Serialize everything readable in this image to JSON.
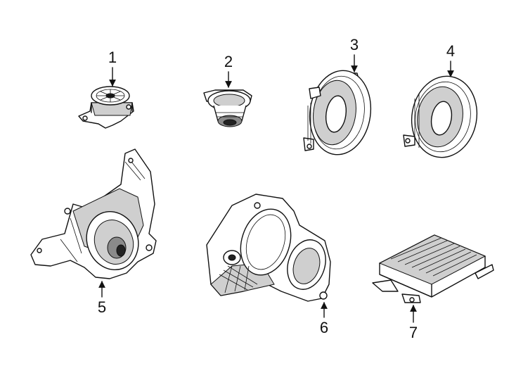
{
  "callouts": [
    {
      "id": "1",
      "label": "1",
      "part": "tweeter-speaker"
    },
    {
      "id": "2",
      "label": "2",
      "part": "small-speaker"
    },
    {
      "id": "3",
      "label": "3",
      "part": "front-door-speaker"
    },
    {
      "id": "4",
      "label": "4",
      "part": "rear-door-speaker"
    },
    {
      "id": "5",
      "label": "5",
      "part": "subwoofer-bracket-assembly"
    },
    {
      "id": "6",
      "label": "6",
      "part": "subwoofer-enclosure"
    },
    {
      "id": "7",
      "label": "7",
      "part": "amplifier"
    }
  ],
  "colors": {
    "line": "#111111",
    "shade": "#cfcfcf",
    "dark": "#8a8a8a",
    "background": "#ffffff"
  }
}
